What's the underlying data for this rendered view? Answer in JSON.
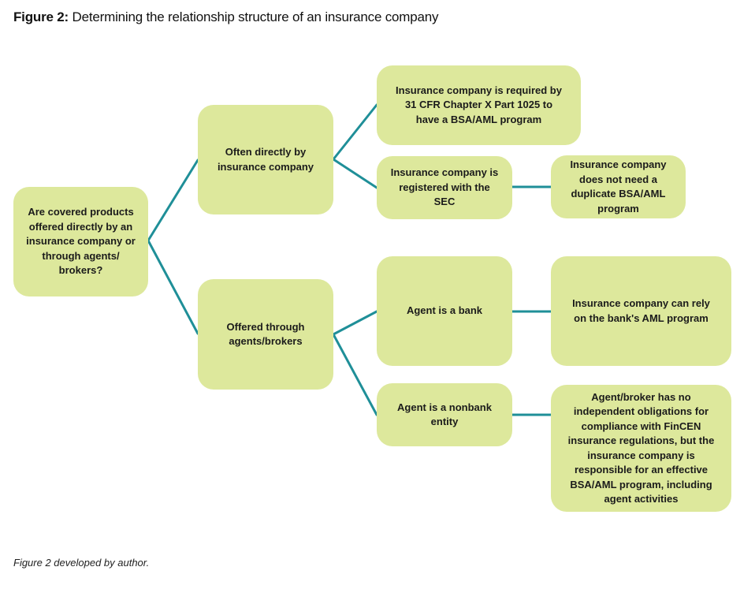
{
  "figure": {
    "title_prefix": "Figure 2:",
    "title_text": "Determining the relationship structure of an insurance company",
    "caption": "Figure 2 developed by author."
  },
  "colors": {
    "box_fill": "#dde89c",
    "connector": "#1f8f98"
  },
  "nodes": {
    "question": "Are covered products offered directly by an insurance company or through agents/ brokers?",
    "direct": "Often directly by insurance company",
    "agents": "Offered through agents/brokers",
    "required": "Insurance company is required by 31 CFR Chapter X Part 1025 to have a BSA/AML program",
    "sec": "Insurance company is registered with the SEC",
    "no_duplicate": "Insurance company does not need a duplicate BSA/AML program",
    "bank": "Agent is a bank",
    "rely": "Insurance company can rely on the bank's AML program",
    "nonbank": "Agent is a nonbank entity",
    "no_obligations": "Agent/broker has no independent obligations for compliance with FinCEN insurance regulations, but the insurance company is responsible for an effective BSA/AML program, including agent activities"
  }
}
